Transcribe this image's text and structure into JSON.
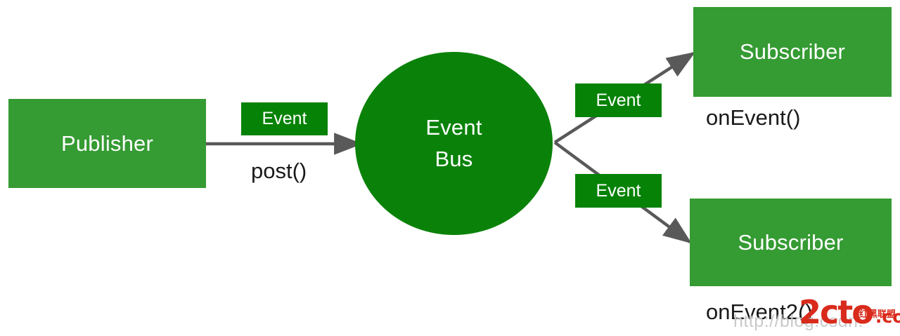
{
  "diagram": {
    "type": "event-bus-publish-subscribe",
    "colors": {
      "actor_fill": "#359B33",
      "bus_fill": "#0A8209",
      "tag_fill": "#068206",
      "connector": "#595959",
      "label_text": "#1a1a1a",
      "node_text": "#ffffff",
      "watermark_red": "#d92b1c",
      "watermark_gray": "#c9c9c9"
    },
    "nodes": {
      "publisher": {
        "label": "Publisher"
      },
      "bus": {
        "line1": "Event",
        "line2": "Bus"
      },
      "subscriber_top": {
        "label": "Subscriber"
      },
      "subscriber_bottom": {
        "label": "Subscriber"
      }
    },
    "tags": {
      "post_event": "Event",
      "deliver_event_top": "Event",
      "deliver_event_bottom": "Event"
    },
    "captions": {
      "post_method": "post()",
      "on_event_top": "onEvent()",
      "on_event_bottom": "onEvent2()"
    }
  },
  "watermark": {
    "url": "http://blog.csdn.",
    "mark": "2cto",
    "domain": ".com",
    "cn_text": "红黑联盟"
  }
}
